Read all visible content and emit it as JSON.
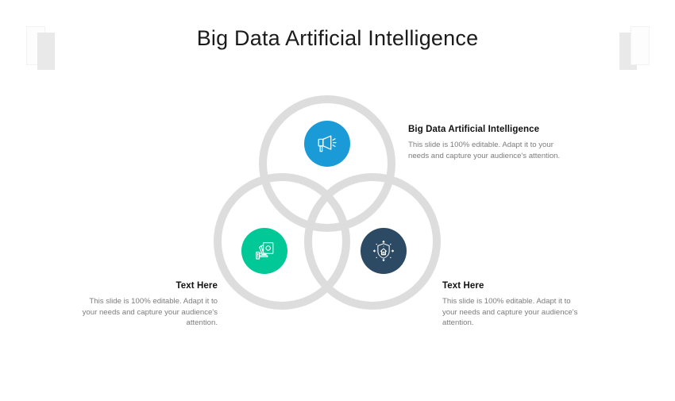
{
  "slide": {
    "title": "Big Data Artificial Intelligence",
    "background_color": "#ffffff"
  },
  "decorations": {
    "top_left_light_label": "decorative-bar-light",
    "top_left_gray_label": "decorative-bar-gray",
    "top_right_gray_label": "decorative-bar-gray",
    "top_right_light_label": "decorative-bar-light",
    "light_color": "#fdfdfd",
    "gray_color": "#e9e9e9"
  },
  "venn": {
    "ring_color": "#dddddd",
    "circles": [
      {
        "name": "top-circle",
        "position": "top"
      },
      {
        "name": "left-circle",
        "position": "bottom-left"
      },
      {
        "name": "right-circle",
        "position": "bottom-right"
      }
    ]
  },
  "nodes": [
    {
      "id": "top",
      "icon": "megaphone-icon",
      "color": "#1a9bd7",
      "heading": "Big Data Artificial  Intelligence",
      "body": "This slide is 100% editable. Adapt it to your needs and capture your audience's attention."
    },
    {
      "id": "left",
      "icon": "hand-holding-money-icon",
      "color": "#00c896",
      "heading": "Text Here",
      "body": "This slide is 100% editable. Adapt it to your needs and capture your audience's attention."
    },
    {
      "id": "right",
      "icon": "shield-house-icon",
      "color": "#2c4a63",
      "heading": "Text Here",
      "body": "This slide is 100% editable. Adapt it to your needs and capture your audience's attention."
    }
  ]
}
